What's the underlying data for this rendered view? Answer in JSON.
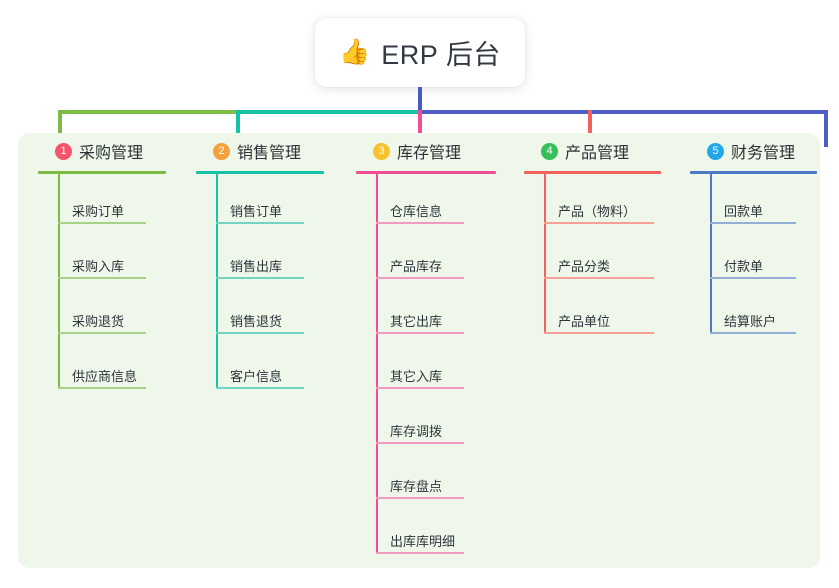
{
  "title": {
    "icon": "thumbs-up-icon",
    "icon_glyph": "👍",
    "text": "ERP 后台"
  },
  "palette": {
    "panel_background": "#eef7e9",
    "page_background": "#ffffff",
    "bus_green": "#7cbc45",
    "bus_teal": "#17c1a5",
    "bus_blue": "#4f5ec6",
    "drop_pink": "#ef4e95",
    "drop_red": "#f4605d"
  },
  "columns": [
    {
      "index": "1",
      "badge_color": "#f4556a",
      "line_color": "#7cbc45",
      "rule_color": "#a8d28a",
      "title": "采购管理",
      "items": [
        "采购订单",
        "采购入库",
        "采购退货",
        "供应商信息"
      ]
    },
    {
      "index": "2",
      "badge_color": "#f5a03c",
      "line_color": "#17c1a5",
      "rule_color": "#74d4c4",
      "title": "销售管理",
      "items": [
        "销售订单",
        "销售出库",
        "销售退货",
        "客户信息"
      ]
    },
    {
      "index": "3",
      "badge_color": "#f7c22b",
      "line_color": "#ef4e95",
      "rule_color": "#f29ac0",
      "title": "库存管理",
      "items": [
        "仓库信息",
        "产品库存",
        "其它出库",
        "其它入库",
        "库存调拨",
        "库存盘点",
        "出库库明细"
      ]
    },
    {
      "index": "4",
      "badge_color": "#34c05a",
      "line_color": "#f4605d",
      "rule_color": "#f7a09a",
      "title": "产品管理",
      "items": [
        "产品（物料）",
        "产品分类",
        "产品单位"
      ]
    },
    {
      "index": "5",
      "badge_color": "#22a7e8",
      "line_color": "#4f77c6",
      "rule_color": "#94add9",
      "title": "财务管理",
      "items": [
        "回款单",
        "付款单",
        "结算账户"
      ]
    }
  ]
}
